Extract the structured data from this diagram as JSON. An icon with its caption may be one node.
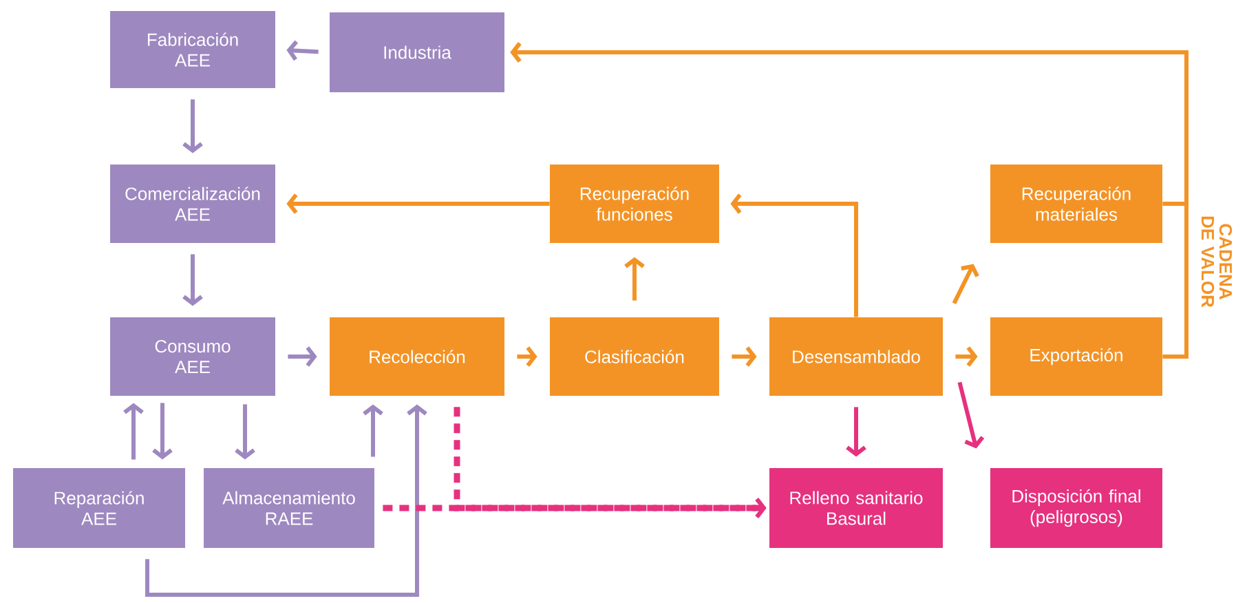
{
  "diagram": {
    "nodes": [
      {
        "text": [
          "Fabricación AEE"
        ]
      },
      {
        "text": [
          "Industria"
        ]
      },
      {
        "text": [
          "Comercialización AEE"
        ]
      },
      {
        "text": [
          "Recuperación funciones"
        ]
      },
      {
        "text": [
          "Recuperación materiales"
        ]
      },
      {
        "text": [
          "Consumo AEE"
        ]
      },
      {
        "text": [
          "Recolección"
        ]
      },
      {
        "text": [
          "Clasificación"
        ]
      },
      {
        "text": [
          "Desensamblado"
        ]
      },
      {
        "text": [
          "Exportación"
        ]
      },
      {
        "text": [
          "Reparación AEE"
        ]
      },
      {
        "text": [
          "Almacenamiento RAEE"
        ]
      },
      {
        "text": [
          "Relleno sanitario Basural"
        ]
      },
      {
        "text": [
          "Disposición final (peligrosos)"
        ]
      }
    ],
    "edges": [
      {
        "from": 1,
        "to": 0,
        "arrow": "to",
        "color": "#9e88c0"
      },
      {
        "from": 0,
        "to": 2,
        "arrow": "to",
        "color": "#9e88c0"
      },
      {
        "from": 2,
        "to": 5,
        "arrow": "to",
        "color": "#9e88c0"
      },
      {
        "from": 5,
        "to": 6,
        "arrow": "to",
        "color": "#9e88c0"
      },
      {
        "from": 6,
        "to": 7,
        "arrow": "to",
        "color": "#f39325"
      },
      {
        "from": 7,
        "to": 8,
        "arrow": "to",
        "color": "#f39325"
      },
      {
        "from": 8,
        "to": 9,
        "arrow": "to",
        "color": "#f39325"
      },
      {
        "from": 7,
        "to": 3,
        "arrow": "to",
        "color": "#f39325"
      },
      {
        "from": 8,
        "to": 3,
        "arrow": "to",
        "color": "#f39325"
      },
      {
        "from": 3,
        "to": 2,
        "arrow": "to",
        "color": "#f39325"
      },
      {
        "from": 8,
        "to": 4,
        "arrow": "to",
        "color": "#f39325"
      },
      {
        "from": 8,
        "to": 12,
        "arrow": "to",
        "color": "#e6317f"
      },
      {
        "from": 8,
        "to": 13,
        "arrow": "to",
        "color": "#e6317f"
      },
      {
        "from": 4,
        "to": 1,
        "arrow": "to",
        "color": "#f39325"
      },
      {
        "from": 9,
        "to": 1,
        "arrow": "to",
        "color": "#f39325"
      },
      {
        "from": 5,
        "to": 10,
        "arrow": "to",
        "color": "#9e88c0"
      },
      {
        "from": 10,
        "to": 5,
        "arrow": "to",
        "color": "#9e88c0"
      },
      {
        "from": 5,
        "to": 11,
        "arrow": "to",
        "color": "#9e88c0"
      },
      {
        "from": 11,
        "to": 6,
        "arrow": "to",
        "color": "#9e88c0"
      },
      {
        "from": 10,
        "to": 6,
        "arrow": "to",
        "color": "#9e88c0"
      },
      {
        "from": 11,
        "to": 12,
        "arrow": "to",
        "style": "dashed",
        "color": "#e6317f"
      },
      {
        "from": 6,
        "to": 12,
        "arrow": "to",
        "style": "dashed",
        "color": "#e6317f"
      }
    ],
    "labels": [
      "CADENA DE VALOR"
    ]
  }
}
